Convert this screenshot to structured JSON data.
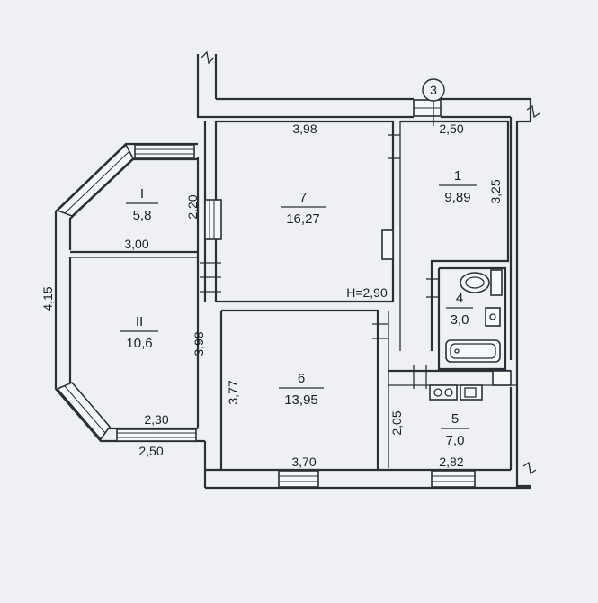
{
  "rooms": [
    {
      "id": "room-I",
      "number": "I",
      "area": "5,8"
    },
    {
      "id": "room-II",
      "number": "II",
      "area": "10,6"
    },
    {
      "id": "room-7",
      "number": "7",
      "area": "16,27"
    },
    {
      "id": "room-1",
      "number": "1",
      "area": "9,89"
    },
    {
      "id": "room-4",
      "number": "4",
      "area": "3,0"
    },
    {
      "id": "room-6",
      "number": "6",
      "area": "13,95"
    },
    {
      "id": "room-5",
      "number": "5",
      "area": "7,0"
    }
  ],
  "dimensions": {
    "d_398_top": "3,98",
    "d_250_top": "2,50",
    "d_325": "3,25",
    "d_220": "2,20",
    "d_300": "3,00",
    "d_415": "4,15",
    "d_398_mid": "3,98",
    "d_377": "3,77",
    "d_370": "3,70",
    "d_230": "2,30",
    "d_250_bottom": "2,50",
    "d_205": "2,05",
    "d_282": "2,82"
  },
  "ceiling_height": "Н=2,90",
  "axis_marker": "3"
}
